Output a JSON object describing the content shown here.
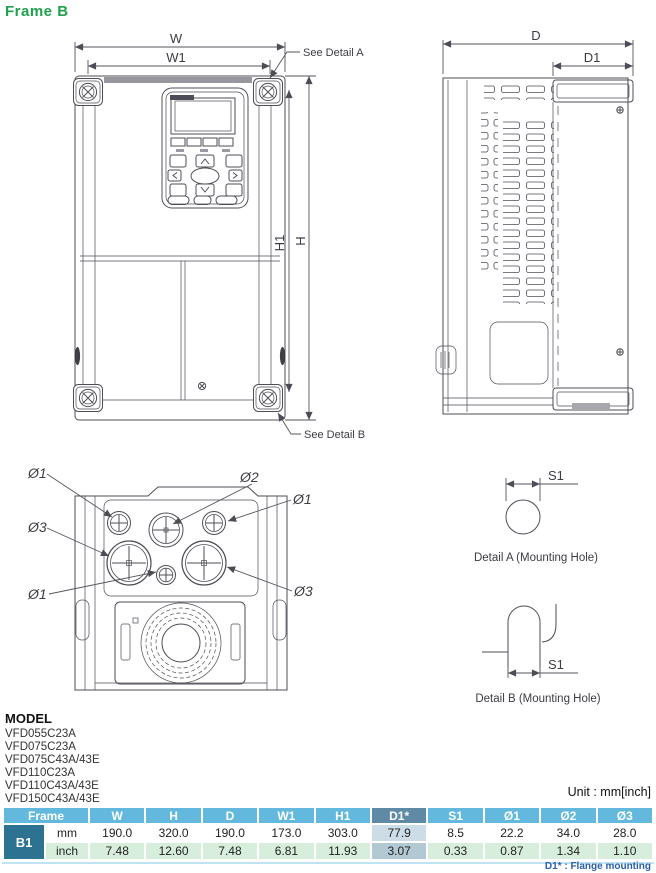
{
  "title": "Frame B",
  "front_view": {
    "dim_w": "W",
    "dim_w1": "W1",
    "dim_h": "H",
    "dim_h1": "H1",
    "callout_a": "See Detail A",
    "callout_b": "See Detail B"
  },
  "side_view": {
    "dim_d": "D",
    "dim_d1": "D1"
  },
  "bottom_view": {
    "phi1": "Ø1",
    "phi2": "Ø2",
    "phi3": "Ø3"
  },
  "detail_a": {
    "dim": "S1",
    "caption": "Detail A (Mounting Hole)"
  },
  "detail_b": {
    "dim": "S1",
    "caption": "Detail B (Mounting Hole)"
  },
  "model": {
    "heading": "MODEL",
    "items": [
      "VFD055C23A",
      "VFD075C23A",
      "VFD075C43A/43E",
      "VFD110C23A",
      "VFD110C43A/43E",
      "VFD150C43A/43E"
    ]
  },
  "unit_label": "Unit : mm[inch]",
  "table": {
    "frame_header": "Frame",
    "columns": [
      "W",
      "H",
      "D",
      "W1",
      "H1",
      "D1*",
      "S1",
      "Ø1",
      "Ø2",
      "Ø3"
    ],
    "frame_value": "B1",
    "row_mm": {
      "unit": "mm",
      "values": [
        "190.0",
        "320.0",
        "190.0",
        "173.0",
        "303.0",
        "77.9",
        "8.5",
        "22.2",
        "34.0",
        "28.0"
      ]
    },
    "row_inch": {
      "unit": "inch",
      "values": [
        "7.48",
        "12.60",
        "7.48",
        "6.81",
        "11.93",
        "3.07",
        "0.33",
        "0.87",
        "1.34",
        "1.10"
      ]
    }
  },
  "footnote": "D1* : Flange mounting",
  "colors": {
    "accent_green": "#1fa24d",
    "header_blue": "#63b9dd",
    "d1_header_blue": "#5f8aa5",
    "frame_cell_blue": "#2e7291",
    "inch_row_green": "#d8eedc",
    "d1_mm_cell": "#ccdde8",
    "d1_inch_cell": "#b2c8d3",
    "note_blue": "#2b5fa8",
    "line_gray": "#4d4d57"
  }
}
